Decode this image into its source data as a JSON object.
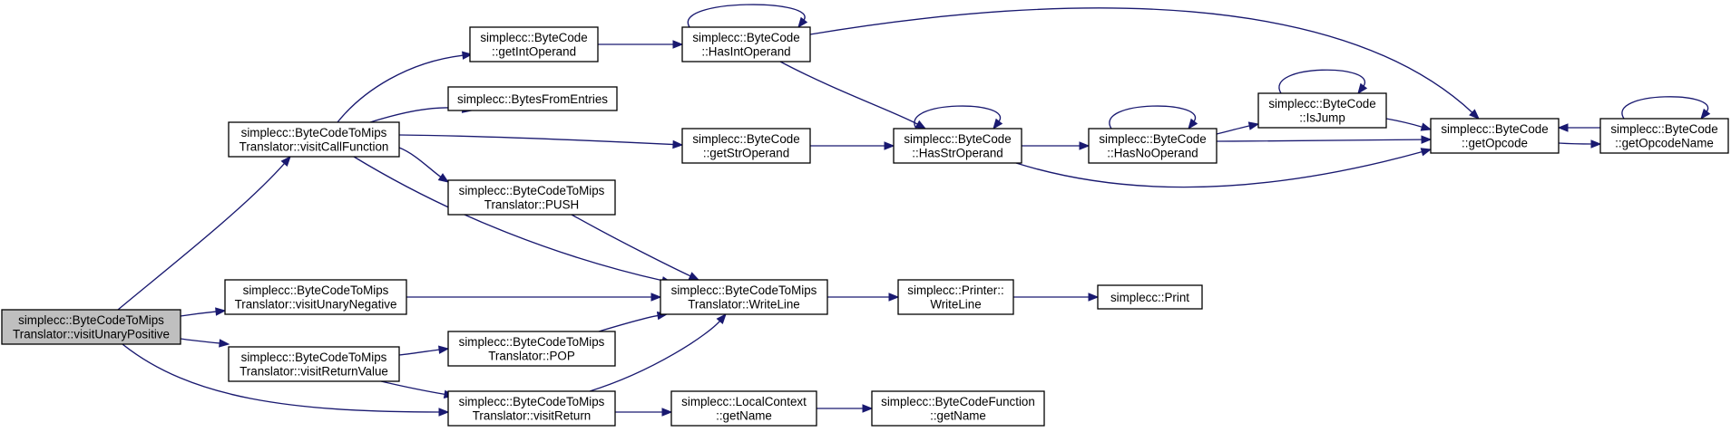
{
  "graph": {
    "nodes": [
      {
        "id": "visitUnaryPositive",
        "lines": [
          "simplecc::ByteCodeToMips",
          "Translator::visitUnaryPositive"
        ],
        "root": true
      },
      {
        "id": "visitCallFunction",
        "lines": [
          "simplecc::ByteCodeToMips",
          "Translator::visitCallFunction"
        ]
      },
      {
        "id": "visitUnaryNegative",
        "lines": [
          "simplecc::ByteCodeToMips",
          "Translator::visitUnaryNegative"
        ]
      },
      {
        "id": "visitReturnValue",
        "lines": [
          "simplecc::ByteCodeToMips",
          "Translator::visitReturnValue"
        ]
      },
      {
        "id": "getIntOperand",
        "lines": [
          "simplecc::ByteCode",
          "::getIntOperand"
        ]
      },
      {
        "id": "BytesFromEntries",
        "lines": [
          "simplecc::BytesFromEntries"
        ]
      },
      {
        "id": "PUSH",
        "lines": [
          "simplecc::ByteCodeToMips",
          "Translator::PUSH"
        ]
      },
      {
        "id": "POP",
        "lines": [
          "simplecc::ByteCodeToMips",
          "Translator::POP"
        ]
      },
      {
        "id": "visitReturn",
        "lines": [
          "simplecc::ByteCodeToMips",
          "Translator::visitReturn"
        ]
      },
      {
        "id": "HasIntOperand",
        "lines": [
          "simplecc::ByteCode",
          "::HasIntOperand"
        ]
      },
      {
        "id": "getStrOperand",
        "lines": [
          "simplecc::ByteCode",
          "::getStrOperand"
        ]
      },
      {
        "id": "WriteLineT",
        "lines": [
          "simplecc::ByteCodeToMips",
          "Translator::WriteLine"
        ]
      },
      {
        "id": "LocalContextGetName",
        "lines": [
          "simplecc::LocalContext",
          "::getName"
        ]
      },
      {
        "id": "HasStrOperand",
        "lines": [
          "simplecc::ByteCode",
          "::HasStrOperand"
        ]
      },
      {
        "id": "PrinterWriteLine",
        "lines": [
          "simplecc::Printer::",
          "WriteLine"
        ]
      },
      {
        "id": "ByteCodeFunctionGetName",
        "lines": [
          "simplecc::ByteCodeFunction",
          "::getName"
        ]
      },
      {
        "id": "HasNoOperand",
        "lines": [
          "simplecc::ByteCode",
          "::HasNoOperand"
        ]
      },
      {
        "id": "Print",
        "lines": [
          "simplecc::Print"
        ]
      },
      {
        "id": "IsJump",
        "lines": [
          "simplecc::ByteCode",
          "::IsJump"
        ]
      },
      {
        "id": "getOpcode",
        "lines": [
          "simplecc::ByteCode",
          "::getOpcode"
        ]
      },
      {
        "id": "getOpcodeName",
        "lines": [
          "simplecc::ByteCode",
          "::getOpcodeName"
        ]
      }
    ],
    "edges": [
      {
        "from": "visitUnaryPositive",
        "to": "visitCallFunction"
      },
      {
        "from": "visitUnaryPositive",
        "to": "visitUnaryNegative"
      },
      {
        "from": "visitUnaryPositive",
        "to": "visitReturnValue"
      },
      {
        "from": "visitUnaryPositive",
        "to": "visitReturn"
      },
      {
        "from": "visitCallFunction",
        "to": "getIntOperand"
      },
      {
        "from": "visitCallFunction",
        "to": "BytesFromEntries"
      },
      {
        "from": "visitCallFunction",
        "to": "getStrOperand"
      },
      {
        "from": "visitCallFunction",
        "to": "PUSH"
      },
      {
        "from": "visitCallFunction",
        "to": "WriteLineT"
      },
      {
        "from": "visitUnaryNegative",
        "to": "WriteLineT"
      },
      {
        "from": "visitReturnValue",
        "to": "POP"
      },
      {
        "from": "visitReturnValue",
        "to": "visitReturn"
      },
      {
        "from": "getIntOperand",
        "to": "HasIntOperand"
      },
      {
        "from": "HasIntOperand",
        "to": "HasIntOperand"
      },
      {
        "from": "HasIntOperand",
        "to": "getOpcode"
      },
      {
        "from": "HasIntOperand",
        "to": "HasStrOperand"
      },
      {
        "from": "getStrOperand",
        "to": "HasStrOperand"
      },
      {
        "from": "HasStrOperand",
        "to": "HasStrOperand"
      },
      {
        "from": "HasStrOperand",
        "to": "HasNoOperand"
      },
      {
        "from": "HasStrOperand",
        "to": "getOpcode"
      },
      {
        "from": "HasNoOperand",
        "to": "HasNoOperand"
      },
      {
        "from": "HasNoOperand",
        "to": "IsJump"
      },
      {
        "from": "HasNoOperand",
        "to": "getOpcode"
      },
      {
        "from": "IsJump",
        "to": "IsJump"
      },
      {
        "from": "IsJump",
        "to": "getOpcode"
      },
      {
        "from": "getOpcode",
        "to": "getOpcodeName"
      },
      {
        "from": "getOpcodeName",
        "to": "getOpcodeName"
      },
      {
        "from": "getOpcodeName",
        "to": "getOpcode"
      },
      {
        "from": "PUSH",
        "to": "WriteLineT"
      },
      {
        "from": "POP",
        "to": "WriteLineT"
      },
      {
        "from": "visitReturn",
        "to": "WriteLineT"
      },
      {
        "from": "visitReturn",
        "to": "LocalContextGetName"
      },
      {
        "from": "WriteLineT",
        "to": "PrinterWriteLine"
      },
      {
        "from": "PrinterWriteLine",
        "to": "Print"
      },
      {
        "from": "LocalContextGetName",
        "to": "ByteCodeFunctionGetName"
      }
    ]
  }
}
